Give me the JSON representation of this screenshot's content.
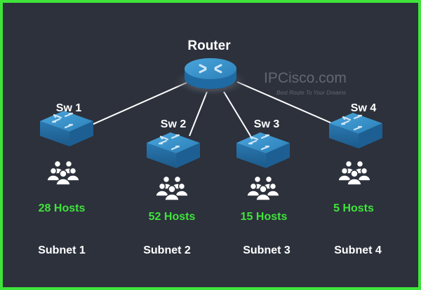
{
  "router": {
    "label": "Router"
  },
  "switches": [
    {
      "label": "Sw 1",
      "hosts": "28 Hosts",
      "subnet": "Subnet 1"
    },
    {
      "label": "Sw 2",
      "hosts": "52 Hosts",
      "subnet": "Subnet 2"
    },
    {
      "label": "Sw 3",
      "hosts": "15 Hosts",
      "subnet": "Subnet 3"
    },
    {
      "label": "Sw 4",
      "hosts": "5 Hosts",
      "subnet": "Subnet 4"
    }
  ],
  "watermark": {
    "brand": "IPCisco.com",
    "tagline": "Best Route To Your Dreams"
  },
  "colors": {
    "background": "#2c313c",
    "border": "#3fe43a",
    "hosts_text": "#3fe43a",
    "device": "#2f86c0",
    "link": "#ffffff"
  }
}
